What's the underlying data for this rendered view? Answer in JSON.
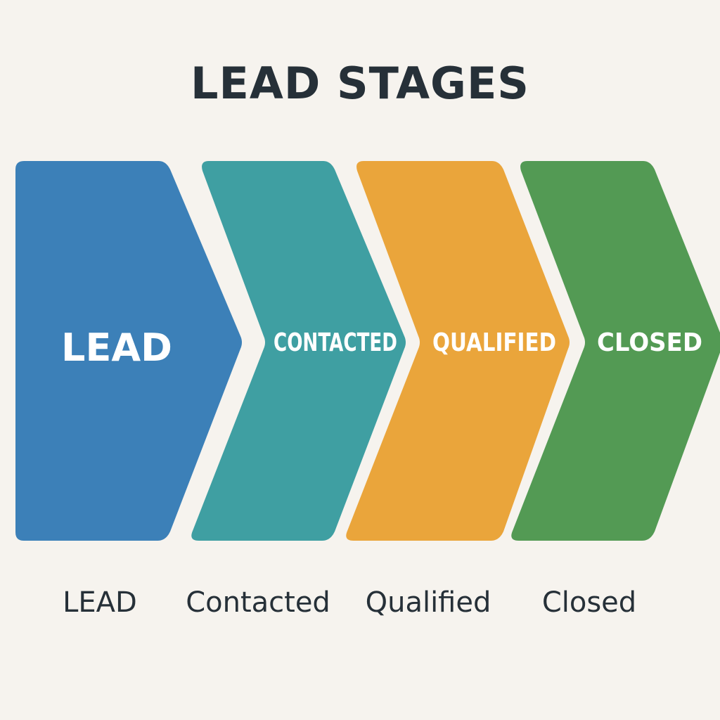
{
  "title": "LEAD STAGES",
  "stages": [
    {
      "arrow_text": "LEAD",
      "label": "LEAD",
      "color": "#3c80b8"
    },
    {
      "arrow_text": "CONTACTED",
      "label": "Contacted",
      "color": "#3f9fa2"
    },
    {
      "arrow_text": "QUALIFIED",
      "label": "Qualified",
      "color": "#eaa53b"
    },
    {
      "arrow_text": "CLOSED",
      "label": "Closed",
      "color": "#539a54"
    }
  ]
}
